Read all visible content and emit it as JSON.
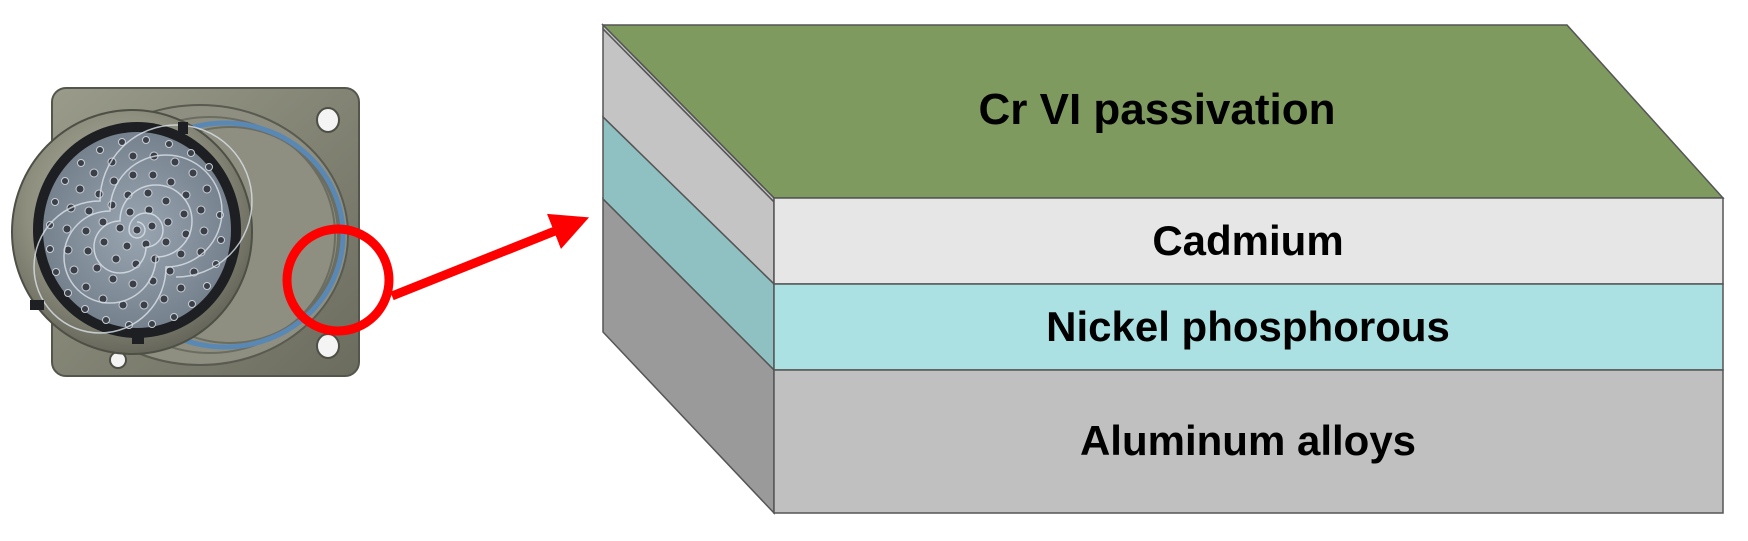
{
  "diagram": {
    "layers": [
      {
        "id": "passivation",
        "label": "Cr VI passivation",
        "top_color": "#7f9a5e",
        "side_color": "#c4c4c4"
      },
      {
        "id": "cadmium",
        "label": "Cadmium",
        "front_color": "#e6e6e6",
        "side_color": "#c4c4c4"
      },
      {
        "id": "nickel-phosphorous",
        "label": "Nickel phosphorous",
        "front_color": "#abe1e2",
        "side_color": "#8fc0c2"
      },
      {
        "id": "aluminum-alloys",
        "label": "Aluminum alloys",
        "front_color": "#c0c0c0",
        "side_color": "#9a9a9a"
      }
    ],
    "highlight_color": "#ff0000",
    "connector": {
      "shell_color": "#8a8b7a",
      "flange_color": "#7d7e6e",
      "insert_color": "#7c8794",
      "band_color": "#5a88b4"
    }
  }
}
